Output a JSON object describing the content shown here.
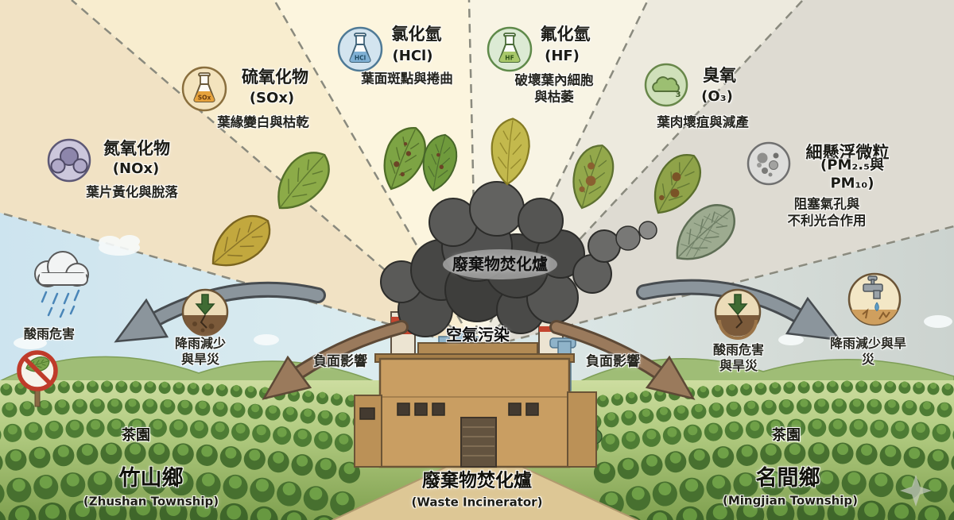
{
  "pollutants": [
    {
      "name": "氮氧化物",
      "formula": "(NOx)",
      "effect": "葉片黃化與脫落",
      "icon": "nox-molecule-icon"
    },
    {
      "name": "硫氧化物",
      "formula": "(SOx)",
      "effect": "葉緣變白與枯乾",
      "icon": "sox-flask-icon",
      "icon_label": "SOx"
    },
    {
      "name": "氯化氫",
      "formula": "(HCl)",
      "effect": "葉面斑點與捲曲",
      "icon": "hcl-flask-icon",
      "icon_label": "HCl"
    },
    {
      "name": "氟化氫",
      "formula": "(HF)",
      "effect": "破壞葉內細胞\n與枯萎",
      "icon": "hf-flask-icon",
      "icon_label": "HF"
    },
    {
      "name": "臭氧",
      "formula": "(O₃)",
      "effect": "葉肉壞疽與減產",
      "icon": "ozone-cloud-icon",
      "icon_label": "3"
    },
    {
      "name": "細懸浮微粒",
      "formula": "(PM₂.₅與PM₁₀)",
      "effect": "阻塞氣孔與\n不利光合作用",
      "icon": "pm-particles-icon"
    }
  ],
  "center": {
    "smoke_label": "廢棄物焚化爐",
    "air_pollution": "空氣污染"
  },
  "impacts": {
    "left_acid_rain": "酸雨危害",
    "left_drought": "降雨減少\n與旱災",
    "left_negative": "負面影響",
    "right_acid_rain": "酸雨危害\n與旱災",
    "right_negative": "負面影響",
    "right_drought": "降雨減少與旱災"
  },
  "locations": {
    "left_tea_garden": "茶園",
    "left_township": "竹山鄉",
    "left_township_en": "(Zhushan Township)",
    "center_name": "廢棄物焚化爐",
    "center_name_en": "(Waste Incinerator)",
    "right_tea_garden": "茶園",
    "right_township": "名間鄉",
    "right_township_en": "(Mingjian Township)"
  },
  "colors": {
    "accent_red": "#bf3b2a",
    "smoke_gray": "#4a4a48",
    "field_green": "#4e7c34",
    "ray_warm": "#f1e2c4",
    "ray_gray": "#dedbd2"
  }
}
